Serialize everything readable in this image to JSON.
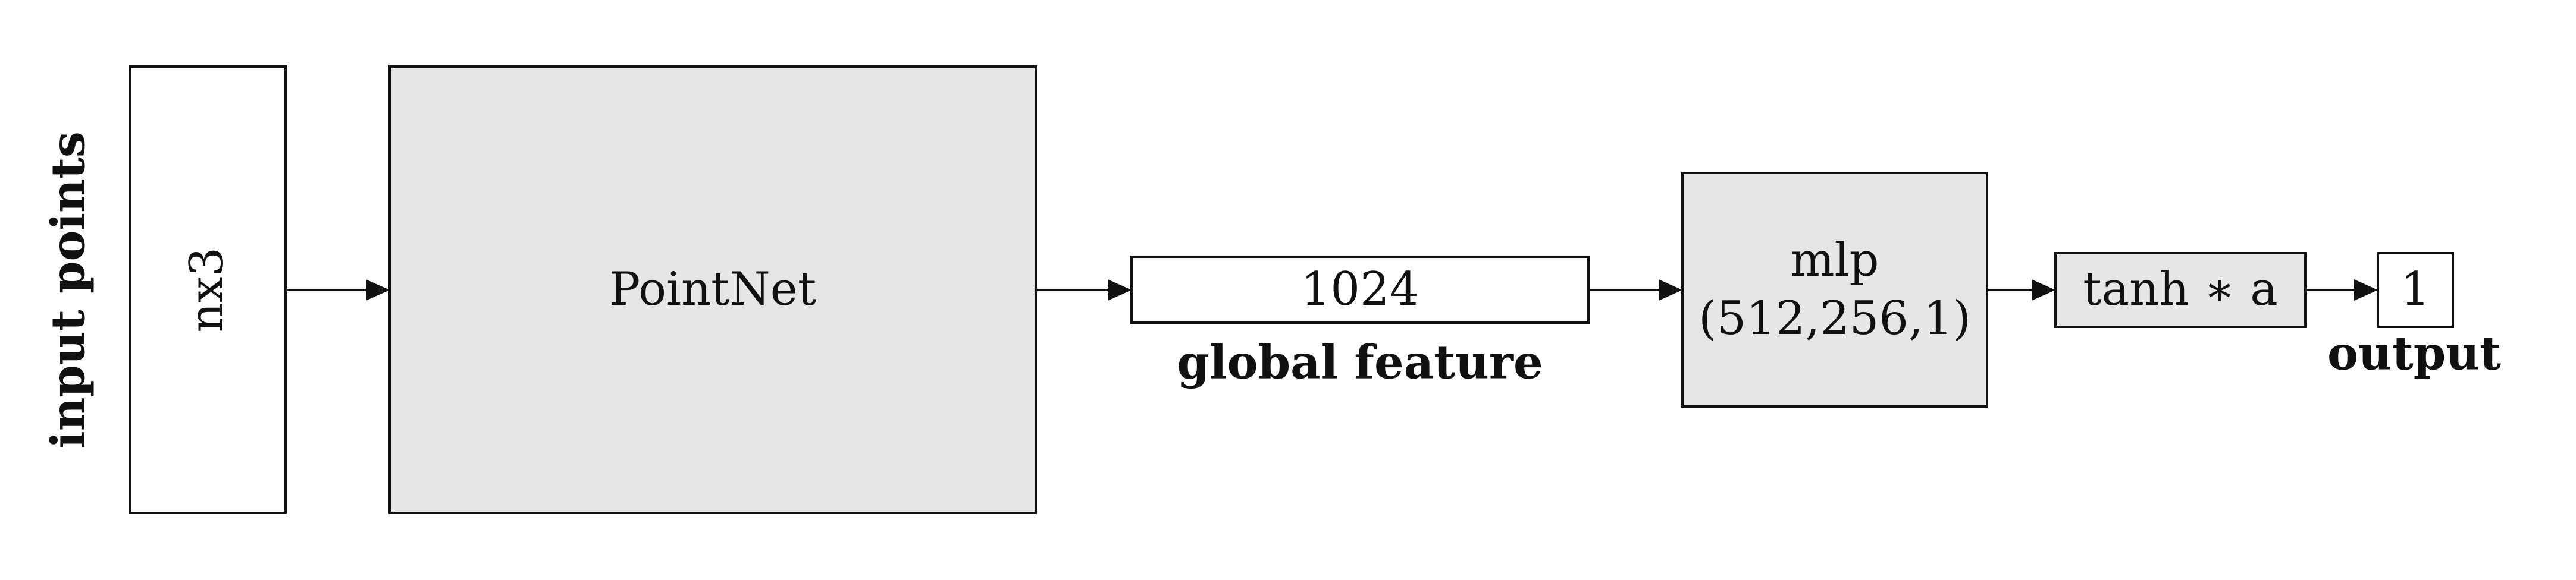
{
  "input": {
    "caption": "input points",
    "box_label": "nx3"
  },
  "pointnet": {
    "label": "PointNet"
  },
  "feature": {
    "value": "1024",
    "caption": "global feature"
  },
  "mlp": {
    "line1": "mlp",
    "line2": "(512,256,1)"
  },
  "activation": {
    "label": "tanh ∗ a"
  },
  "output": {
    "value": "1",
    "caption": "output"
  },
  "colors": {
    "stroke": "#111111",
    "fill_gray": "#e6e6e6",
    "fill_white": "#ffffff"
  }
}
